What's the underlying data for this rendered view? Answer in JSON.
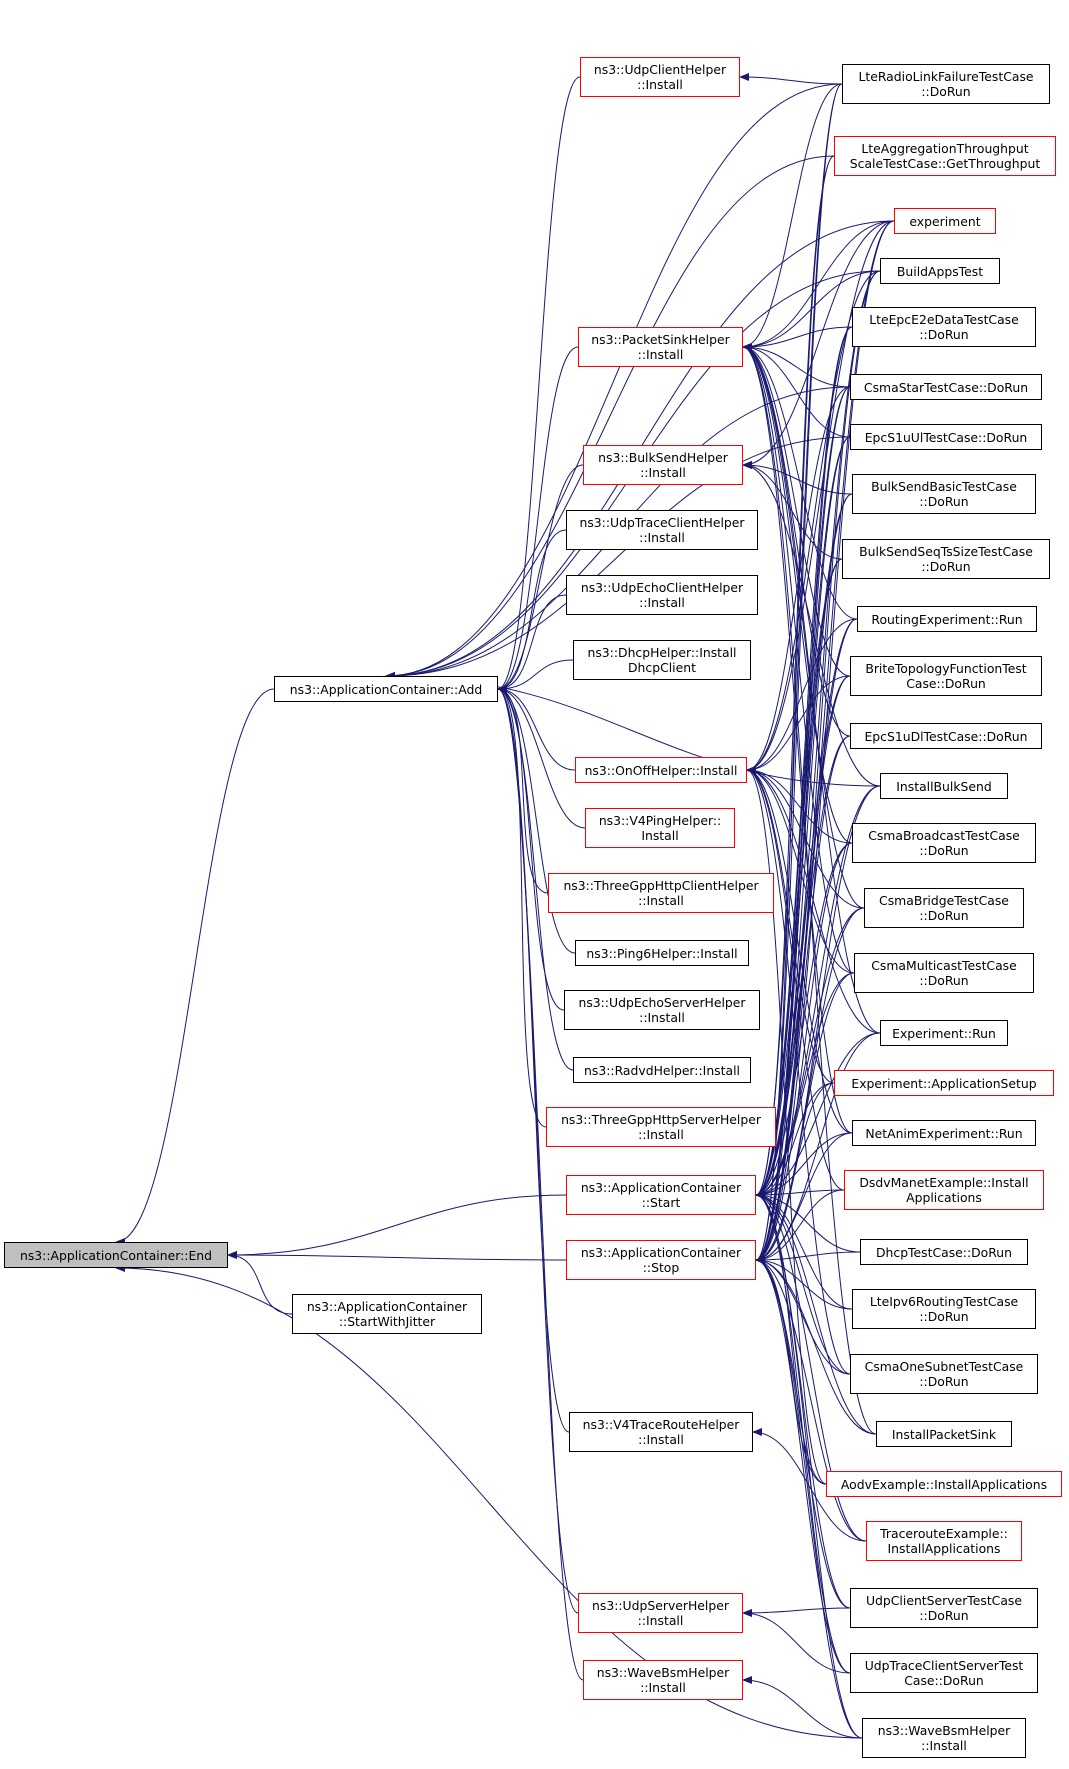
{
  "graph": {
    "colors": {
      "edge": "#191970",
      "border": "#000000",
      "border_red": "#ff0000",
      "selected_fill": "#bfbfbf"
    },
    "nodes": [
      {
        "id": "end",
        "lines": [
          "ns3::ApplicationContainer::End"
        ],
        "style": "sel"
      },
      {
        "id": "add",
        "lines": [
          "ns3::ApplicationContainer::Add"
        ],
        "style": "black"
      },
      {
        "id": "start",
        "lines": [
          "ns3::ApplicationContainer",
          "::Start"
        ],
        "style": "red"
      },
      {
        "id": "stop",
        "lines": [
          "ns3::ApplicationContainer",
          "::Stop"
        ],
        "style": "red"
      },
      {
        "id": "swj",
        "lines": [
          "ns3::ApplicationContainer",
          "::StartWithJitter"
        ],
        "style": "black"
      },
      {
        "id": "udpclient",
        "lines": [
          "ns3::UdpClientHelper",
          "::Install"
        ],
        "style": "red"
      },
      {
        "id": "pktsink",
        "lines": [
          "ns3::PacketSinkHelper",
          "::Install"
        ],
        "style": "red"
      },
      {
        "id": "bulksend",
        "lines": [
          "ns3::BulkSendHelper",
          "::Install"
        ],
        "style": "red"
      },
      {
        "id": "udptraceclient",
        "lines": [
          "ns3::UdpTraceClientHelper",
          "::Install"
        ],
        "style": "black"
      },
      {
        "id": "udpechoclient",
        "lines": [
          "ns3::UdpEchoClientHelper",
          "::Install"
        ],
        "style": "black"
      },
      {
        "id": "dhcp",
        "lines": [
          "ns3::DhcpHelper::Install",
          "DhcpClient"
        ],
        "style": "black"
      },
      {
        "id": "onoff",
        "lines": [
          "ns3::OnOffHelper::Install"
        ],
        "style": "red"
      },
      {
        "id": "v4ping",
        "lines": [
          "ns3::V4PingHelper::",
          "Install"
        ],
        "style": "red"
      },
      {
        "id": "httpclient",
        "lines": [
          "ns3::ThreeGppHttpClientHelper",
          "::Install"
        ],
        "style": "red"
      },
      {
        "id": "ping6",
        "lines": [
          "ns3::Ping6Helper::Install"
        ],
        "style": "black"
      },
      {
        "id": "udpechoserver",
        "lines": [
          "ns3::UdpEchoServerHelper",
          "::Install"
        ],
        "style": "black"
      },
      {
        "id": "radvd",
        "lines": [
          "ns3::RadvdHelper::Install"
        ],
        "style": "black"
      },
      {
        "id": "httpserver",
        "lines": [
          "ns3::ThreeGppHttpServerHelper",
          "::Install"
        ],
        "style": "red"
      },
      {
        "id": "v4trace",
        "lines": [
          "ns3::V4TraceRouteHelper",
          "::Install"
        ],
        "style": "black"
      },
      {
        "id": "udpserver",
        "lines": [
          "ns3::UdpServerHelper",
          "::Install"
        ],
        "style": "red"
      },
      {
        "id": "wavebsm1",
        "lines": [
          "ns3::WaveBsmHelper",
          "::Install"
        ],
        "style": "red"
      },
      {
        "id": "lterlf",
        "lines": [
          "LteRadioLinkFailureTestCase",
          "::DoRun"
        ],
        "style": "black"
      },
      {
        "id": "lteagg",
        "lines": [
          "LteAggregationThroughput",
          "ScaleTestCase::GetThroughput"
        ],
        "style": "red"
      },
      {
        "id": "experiment",
        "lines": [
          "experiment"
        ],
        "style": "red"
      },
      {
        "id": "buildapps",
        "lines": [
          "BuildAppsTest"
        ],
        "style": "black"
      },
      {
        "id": "lteepce2e",
        "lines": [
          "LteEpcE2eDataTestCase",
          "::DoRun"
        ],
        "style": "black"
      },
      {
        "id": "csmastar",
        "lines": [
          "CsmaStarTestCase::DoRun"
        ],
        "style": "black"
      },
      {
        "id": "epcs1uul",
        "lines": [
          "EpcS1uUlTestCase::DoRun"
        ],
        "style": "black"
      },
      {
        "id": "bulkbasic",
        "lines": [
          "BulkSendBasicTestCase",
          "::DoRun"
        ],
        "style": "black"
      },
      {
        "id": "bulkseq",
        "lines": [
          "BulkSendSeqTsSizeTestCase",
          "::DoRun"
        ],
        "style": "black"
      },
      {
        "id": "routingexp",
        "lines": [
          "RoutingExperiment::Run"
        ],
        "style": "black"
      },
      {
        "id": "brite",
        "lines": [
          "BriteTopologyFunctionTest",
          "Case::DoRun"
        ],
        "style": "black"
      },
      {
        "id": "epcs1udl",
        "lines": [
          "EpcS1uDlTestCase::DoRun"
        ],
        "style": "black"
      },
      {
        "id": "installbulk",
        "lines": [
          "InstallBulkSend"
        ],
        "style": "black"
      },
      {
        "id": "csmabcast",
        "lines": [
          "CsmaBroadcastTestCase",
          "::DoRun"
        ],
        "style": "black"
      },
      {
        "id": "csmabridge",
        "lines": [
          "CsmaBridgeTestCase",
          "::DoRun"
        ],
        "style": "black"
      },
      {
        "id": "csmamcast",
        "lines": [
          "CsmaMulticastTestCase",
          "::DoRun"
        ],
        "style": "black"
      },
      {
        "id": "exprun",
        "lines": [
          "Experiment::Run"
        ],
        "style": "black"
      },
      {
        "id": "expappsetup",
        "lines": [
          "Experiment::ApplicationSetup"
        ],
        "style": "red"
      },
      {
        "id": "netanim",
        "lines": [
          "NetAnimExperiment::Run"
        ],
        "style": "black"
      },
      {
        "id": "dsdv",
        "lines": [
          "DsdvManetExample::Install",
          "Applications"
        ],
        "style": "red"
      },
      {
        "id": "dhcptest",
        "lines": [
          "DhcpTestCase::DoRun"
        ],
        "style": "black"
      },
      {
        "id": "lteipv6",
        "lines": [
          "LteIpv6RoutingTestCase",
          "::DoRun"
        ],
        "style": "black"
      },
      {
        "id": "csmaone",
        "lines": [
          "CsmaOneSubnetTestCase",
          "::DoRun"
        ],
        "style": "black"
      },
      {
        "id": "installsink",
        "lines": [
          "InstallPacketSink"
        ],
        "style": "black"
      },
      {
        "id": "aodv",
        "lines": [
          "AodvExample::InstallApplications"
        ],
        "style": "red"
      },
      {
        "id": "traceroute",
        "lines": [
          "TracerouteExample::",
          "InstallApplications"
        ],
        "style": "red"
      },
      {
        "id": "udpcs",
        "lines": [
          "UdpClientServerTestCase",
          "::DoRun"
        ],
        "style": "black"
      },
      {
        "id": "udptcs",
        "lines": [
          "UdpTraceClientServerTest",
          "Case::DoRun"
        ],
        "style": "black"
      },
      {
        "id": "wavebsm2",
        "lines": [
          "ns3::WaveBsmHelper",
          "::Install"
        ],
        "style": "black"
      }
    ],
    "edges": [
      [
        "add",
        "end"
      ],
      [
        "start",
        "end"
      ],
      [
        "stop",
        "end"
      ],
      [
        "swj",
        "end"
      ],
      [
        "wavebsm2",
        "end"
      ],
      [
        "udpclient",
        "add"
      ],
      [
        "pktsink",
        "add"
      ],
      [
        "bulksend",
        "add"
      ],
      [
        "udptraceclient",
        "add"
      ],
      [
        "udpechoclient",
        "add"
      ],
      [
        "dhcp",
        "add"
      ],
      [
        "onoff",
        "add"
      ],
      [
        "v4ping",
        "add"
      ],
      [
        "httpclient",
        "add"
      ],
      [
        "ping6",
        "add"
      ],
      [
        "udpechoserver",
        "add"
      ],
      [
        "radvd",
        "add"
      ],
      [
        "httpserver",
        "add"
      ],
      [
        "v4trace",
        "add"
      ],
      [
        "udpserver",
        "add"
      ],
      [
        "wavebsm1",
        "add"
      ],
      [
        "lterlf",
        "add"
      ],
      [
        "lteagg",
        "add"
      ],
      [
        "experiment",
        "add"
      ],
      [
        "buildapps",
        "add"
      ],
      [
        "csmastar",
        "add"
      ],
      [
        "epcs1uul",
        "add"
      ],
      [
        "installbulk",
        "add"
      ],
      [
        "lterlf",
        "udpclient"
      ],
      [
        "lterlf",
        "pktsink"
      ],
      [
        "experiment",
        "pktsink"
      ],
      [
        "buildapps",
        "pktsink"
      ],
      [
        "lteepce2e",
        "pktsink"
      ],
      [
        "csmastar",
        "pktsink"
      ],
      [
        "epcs1uul",
        "pktsink"
      ],
      [
        "routingexp",
        "pktsink"
      ],
      [
        "brite",
        "pktsink"
      ],
      [
        "epcs1udl",
        "pktsink"
      ],
      [
        "csmabcast",
        "pktsink"
      ],
      [
        "csmabridge",
        "pktsink"
      ],
      [
        "csmamcast",
        "pktsink"
      ],
      [
        "exprun",
        "pktsink"
      ],
      [
        "netanim",
        "pktsink"
      ],
      [
        "installsink",
        "pktsink"
      ],
      [
        "experiment",
        "bulksend"
      ],
      [
        "bulkbasic",
        "bulksend"
      ],
      [
        "bulkseq",
        "bulksend"
      ],
      [
        "installbulk",
        "bulksend"
      ],
      [
        "experiment",
        "onoff"
      ],
      [
        "buildapps",
        "onoff"
      ],
      [
        "csmastar",
        "onoff"
      ],
      [
        "routingexp",
        "onoff"
      ],
      [
        "brite",
        "onoff"
      ],
      [
        "csmabcast",
        "onoff"
      ],
      [
        "csmabridge",
        "onoff"
      ],
      [
        "csmamcast",
        "onoff"
      ],
      [
        "exprun",
        "onoff"
      ],
      [
        "expappsetup",
        "onoff"
      ],
      [
        "netanim",
        "onoff"
      ],
      [
        "dsdv",
        "onoff"
      ],
      [
        "csmaone",
        "onoff"
      ],
      [
        "aodv",
        "onoff"
      ],
      [
        "lterlf",
        "start"
      ],
      [
        "lteagg",
        "start"
      ],
      [
        "experiment",
        "start"
      ],
      [
        "buildapps",
        "start"
      ],
      [
        "lteepce2e",
        "start"
      ],
      [
        "csmastar",
        "start"
      ],
      [
        "epcs1uul",
        "start"
      ],
      [
        "bulkbasic",
        "start"
      ],
      [
        "bulkseq",
        "start"
      ],
      [
        "routingexp",
        "start"
      ],
      [
        "brite",
        "start"
      ],
      [
        "epcs1udl",
        "start"
      ],
      [
        "installbulk",
        "start"
      ],
      [
        "csmabcast",
        "start"
      ],
      [
        "csmabridge",
        "start"
      ],
      [
        "csmamcast",
        "start"
      ],
      [
        "exprun",
        "start"
      ],
      [
        "expappsetup",
        "start"
      ],
      [
        "netanim",
        "start"
      ],
      [
        "dsdv",
        "start"
      ],
      [
        "dhcptest",
        "start"
      ],
      [
        "lteipv6",
        "start"
      ],
      [
        "csmaone",
        "start"
      ],
      [
        "installsink",
        "start"
      ],
      [
        "aodv",
        "start"
      ],
      [
        "traceroute",
        "start"
      ],
      [
        "udpcs",
        "start"
      ],
      [
        "udptcs",
        "start"
      ],
      [
        "wavebsm2",
        "start"
      ],
      [
        "lterlf",
        "stop"
      ],
      [
        "lteagg",
        "stop"
      ],
      [
        "experiment",
        "stop"
      ],
      [
        "buildapps",
        "stop"
      ],
      [
        "lteepce2e",
        "stop"
      ],
      [
        "csmastar",
        "stop"
      ],
      [
        "epcs1uul",
        "stop"
      ],
      [
        "bulkbasic",
        "stop"
      ],
      [
        "bulkseq",
        "stop"
      ],
      [
        "routingexp",
        "stop"
      ],
      [
        "brite",
        "stop"
      ],
      [
        "epcs1udl",
        "stop"
      ],
      [
        "installbulk",
        "stop"
      ],
      [
        "csmabcast",
        "stop"
      ],
      [
        "csmabridge",
        "stop"
      ],
      [
        "csmamcast",
        "stop"
      ],
      [
        "exprun",
        "stop"
      ],
      [
        "expappsetup",
        "stop"
      ],
      [
        "netanim",
        "stop"
      ],
      [
        "dsdv",
        "stop"
      ],
      [
        "dhcptest",
        "stop"
      ],
      [
        "lteipv6",
        "stop"
      ],
      [
        "csmaone",
        "stop"
      ],
      [
        "installsink",
        "stop"
      ],
      [
        "aodv",
        "stop"
      ],
      [
        "traceroute",
        "stop"
      ],
      [
        "udpcs",
        "stop"
      ],
      [
        "udptcs",
        "stop"
      ],
      [
        "wavebsm2",
        "stop"
      ],
      [
        "traceroute",
        "v4trace"
      ],
      [
        "udpcs",
        "udpserver"
      ],
      [
        "udptcs",
        "udpserver"
      ],
      [
        "wavebsm2",
        "wavebsm1"
      ]
    ]
  }
}
